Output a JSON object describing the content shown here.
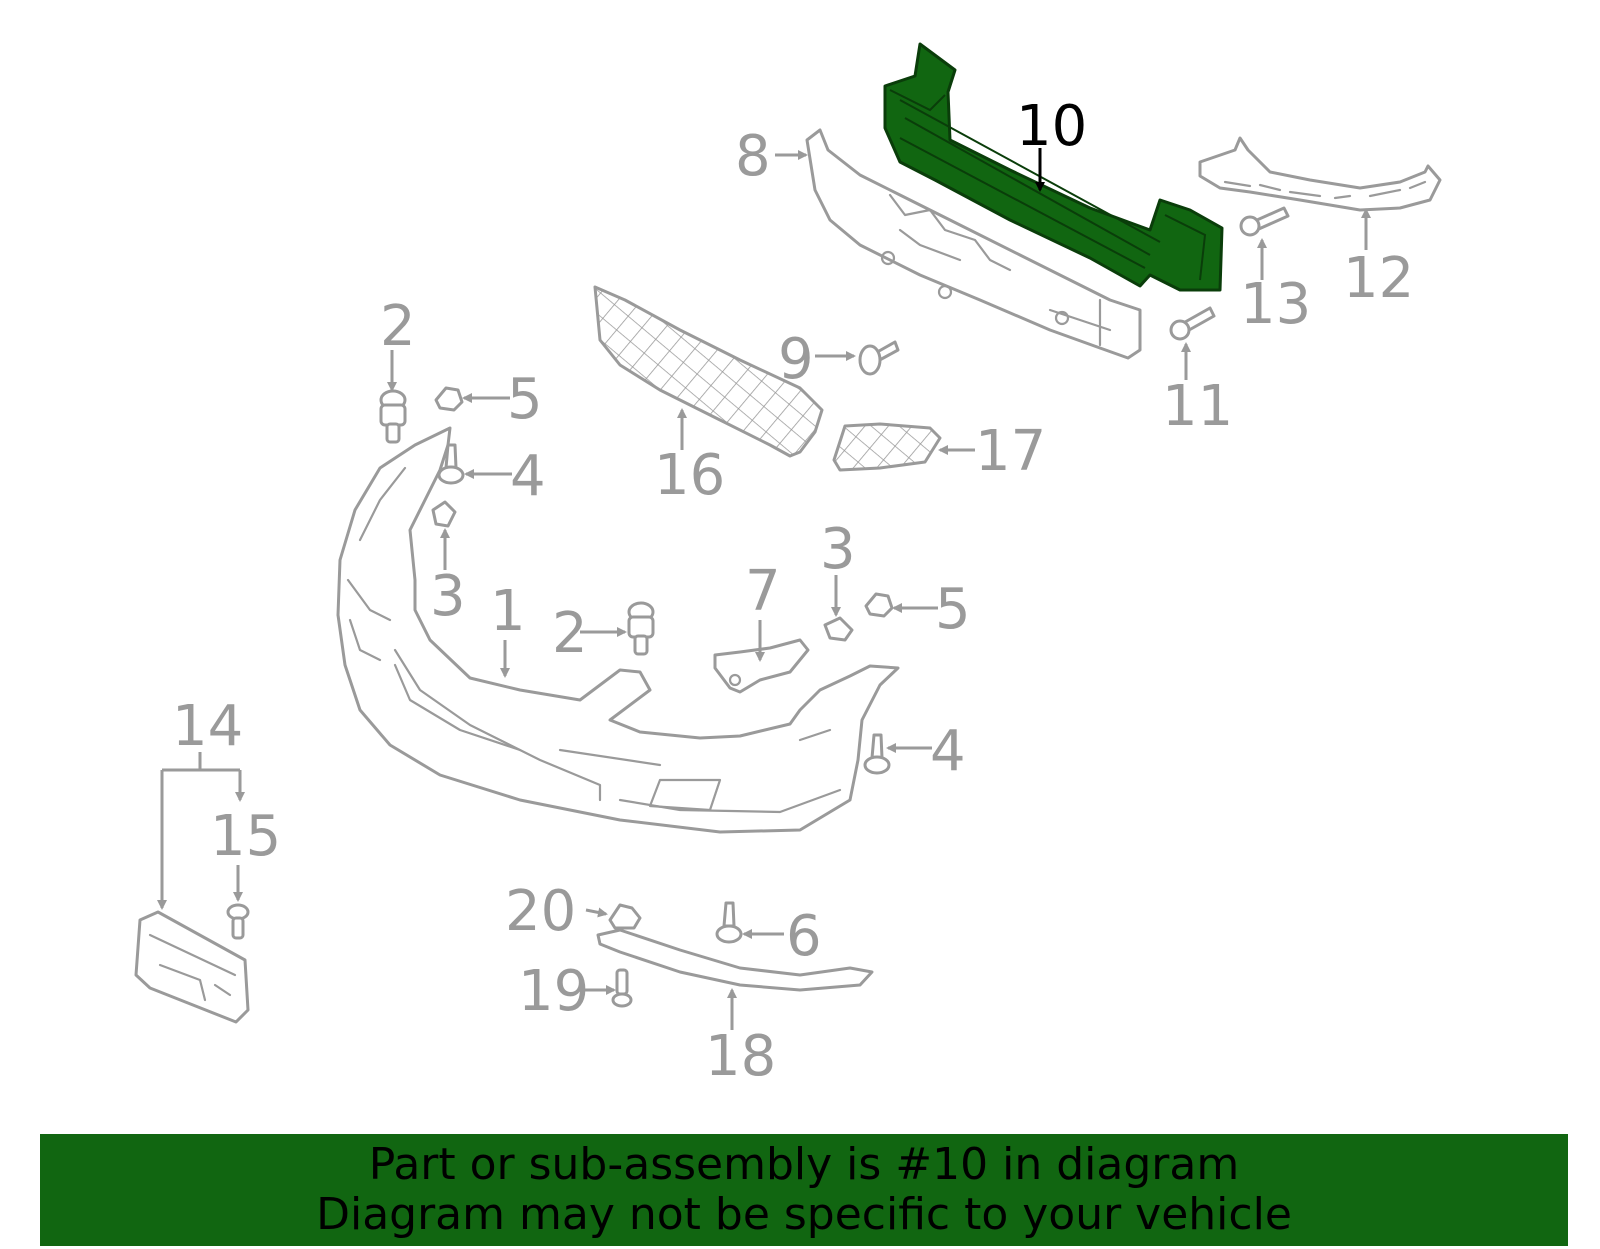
{
  "diagram": {
    "highlight_color": "#116611",
    "highlighted_callout": "10",
    "callouts": {
      "c1": "1",
      "c2a": "2",
      "c2b": "2",
      "c3a": "3",
      "c3b": "3",
      "c4a": "4",
      "c4b": "4",
      "c5a": "5",
      "c5b": "5",
      "c6": "6",
      "c7": "7",
      "c8": "8",
      "c9": "9",
      "c10": "10",
      "c11": "11",
      "c12": "12",
      "c13": "13",
      "c14": "14",
      "c15": "15",
      "c16": "16",
      "c17": "17",
      "c18": "18",
      "c19": "19",
      "c20": "20"
    }
  },
  "banner": {
    "line1": "Part or sub-assembly is #10 in diagram",
    "line2": "Diagram may not be specific to your vehicle"
  }
}
